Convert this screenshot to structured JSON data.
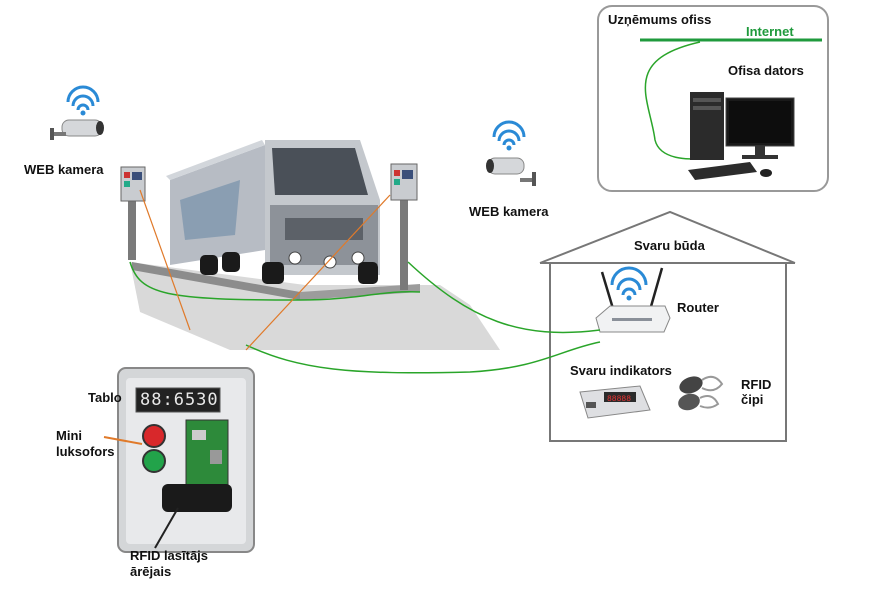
{
  "office": {
    "title": "Uzņēmums ofiss",
    "internet": "Internet",
    "computer": "Ofisa dators"
  },
  "cameras": {
    "left": "WEB kamera",
    "right": "WEB kamera"
  },
  "house": {
    "title": "Svaru būda",
    "router": "Router",
    "indicator": "Svaru indikators",
    "rfid_chips_line1": "RFID",
    "rfid_chips_line2": "čipi"
  },
  "control_box": {
    "display_label": "Tablo",
    "display_value": "88:6530",
    "traffic_light_line1": "Mini",
    "traffic_light_line2": "luksofors",
    "reader_line1": "RFID lasītājs",
    "reader_line2": "ārējais"
  },
  "colors": {
    "cable": "#2aa52a",
    "internet": "#1f9a3c",
    "orange_line": "#e07a2a",
    "red_light": "#d8282b",
    "green_light": "#22a34a"
  }
}
